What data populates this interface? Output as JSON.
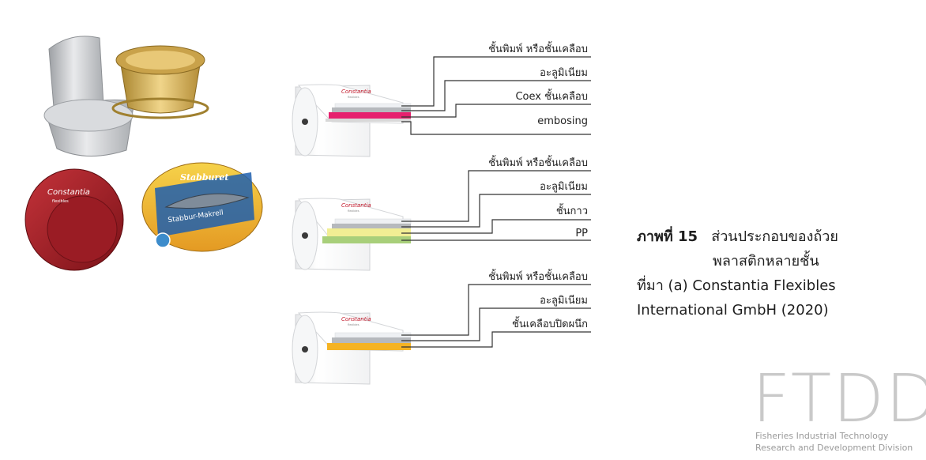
{
  "colors": {
    "print_layer": "#eef0f3",
    "aluminium": "#b6b9bd",
    "coex_coating": "#e6206e",
    "embossing": "#d8d8d8",
    "adhesive": "#f1ee94",
    "pp": "#a8cf7a",
    "seal_coating": "#f5b323",
    "red_tray": "#a51c24",
    "gold_tray": "#d8b45a",
    "silver_lid": "#c7c9cc"
  },
  "products": {
    "red_tray_brand": "Constantia",
    "red_tray_sub": "flexibles",
    "fish_lid_brand": "Stabburet",
    "fish_lid_product": "Stabbur-Makrell"
  },
  "roll_logo": {
    "brand": "Constantia",
    "tagline": "flexibles"
  },
  "diagrams": [
    {
      "labels": [
        "ชั้นพิมพ์ หรือชั้นเคลือบ",
        "อะลูมิเนียม",
        "Coex ชั้นเคลือบ",
        "embosing"
      ],
      "layer_colors": [
        "#eef0f3",
        "#b6b9bd",
        "#e6206e",
        "#d8d8d8"
      ]
    },
    {
      "labels": [
        "ชั้นพิมพ์ หรือชั้นเคลือบ",
        "อะลูมิเนียม",
        "ชั้นกาว",
        "PP"
      ],
      "layer_colors": [
        "#eef0f3",
        "#b6b9bd",
        "#f1ee94",
        "#a8cf7a"
      ]
    },
    {
      "labels": [
        "ชั้นพิมพ์ หรือชั้นเคลือบ",
        "อะลูมิเนียม",
        "ชั้นเคลือบปิดผนึก"
      ],
      "layer_colors": [
        "#eef0f3",
        "#b6b9bd",
        "#f5b323"
      ]
    }
  ],
  "caption": {
    "figure_label": "ภาพที่ 15",
    "title_line1": "ส่วนประกอบของถ้วย",
    "title_line2": "พลาสติกหลายชั้น",
    "source_line1": "ที่มา (a) Constantia Flexibles",
    "source_line2": "International GmbH (2020)"
  },
  "logo": {
    "acronym": "FTDD",
    "line1": "Fisheries Industrial Technology",
    "line2": "Research and Development Division"
  }
}
